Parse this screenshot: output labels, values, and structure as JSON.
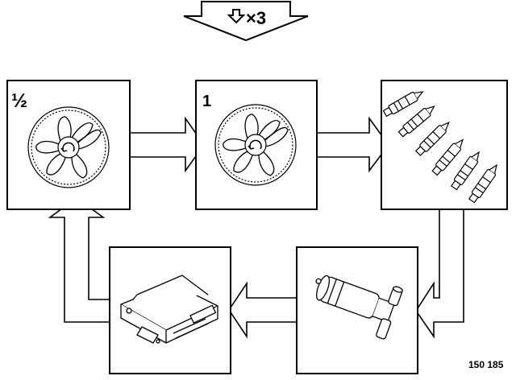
{
  "header": {
    "repeat_label": "×3",
    "arrow_icon": "down-arrow-outline-icon"
  },
  "steps": [
    {
      "id": "fan-half-speed",
      "label": "½",
      "icon": "radiator-fan-icon"
    },
    {
      "id": "fan-full-speed",
      "label": "1",
      "icon": "radiator-fan-icon"
    },
    {
      "id": "injectors",
      "label": "",
      "icon": "fuel-injectors-icon"
    },
    {
      "id": "pump",
      "label": "",
      "icon": "electric-pump-icon"
    },
    {
      "id": "ecu",
      "label": "",
      "icon": "control-unit-icon"
    }
  ],
  "footer": {
    "reference": "150 185"
  }
}
